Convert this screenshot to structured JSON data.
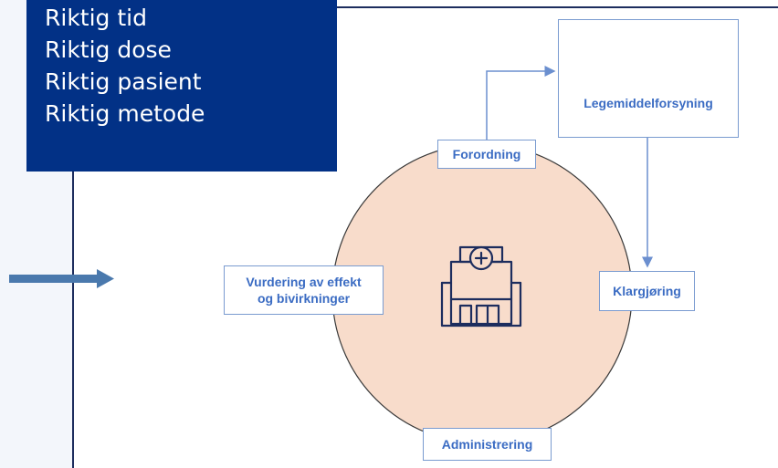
{
  "rights": [
    "Riktig tid",
    "Riktig dose",
    "Riktig pasient",
    "Riktig metode"
  ],
  "diagram": {
    "supply": {
      "label": "Legemiddelforsyning",
      "icon": "medicine-pill-icon"
    },
    "center_icon": "hospital-icon",
    "stages": {
      "ordination": "Forordning",
      "preparation": "Klargjøring",
      "administration": "Administrering",
      "evaluation_line1": "Vurdering av effekt",
      "evaluation_line2": "og bivirkninger"
    }
  },
  "colors": {
    "box_blue": "#023186",
    "accent_blue": "#3b6cc3",
    "circle_fill": "#f8dccb",
    "pointer_arrow": "#4a79ad"
  }
}
